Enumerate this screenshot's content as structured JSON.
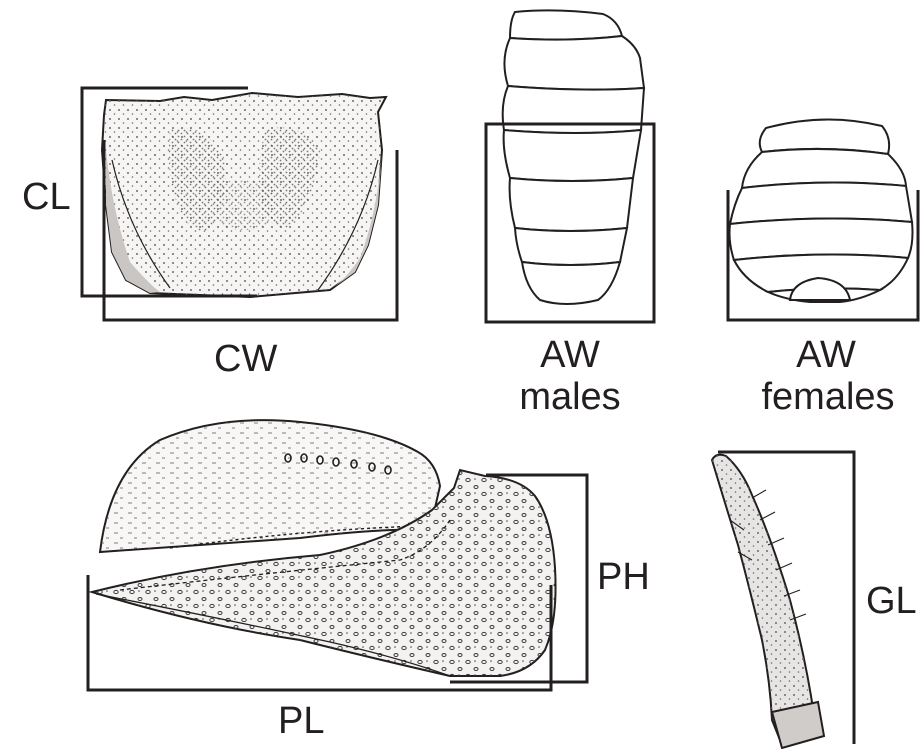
{
  "figure": {
    "carapace": {
      "length_label": "CL",
      "width_label": "CW"
    },
    "abdomen_males": {
      "label_line1": "AW",
      "label_line2": "males"
    },
    "abdomen_females": {
      "label_line1": "AW",
      "label_line2": "females"
    },
    "propodus": {
      "length_label": "PL",
      "height_label": "PH"
    },
    "gonopod": {
      "length_label": "GL"
    },
    "colors": {
      "ink": "#231f20",
      "stipple": "#6d6a6a",
      "fill_light": "#f1f0ef",
      "fill_shade": "#d8d6d4"
    }
  }
}
